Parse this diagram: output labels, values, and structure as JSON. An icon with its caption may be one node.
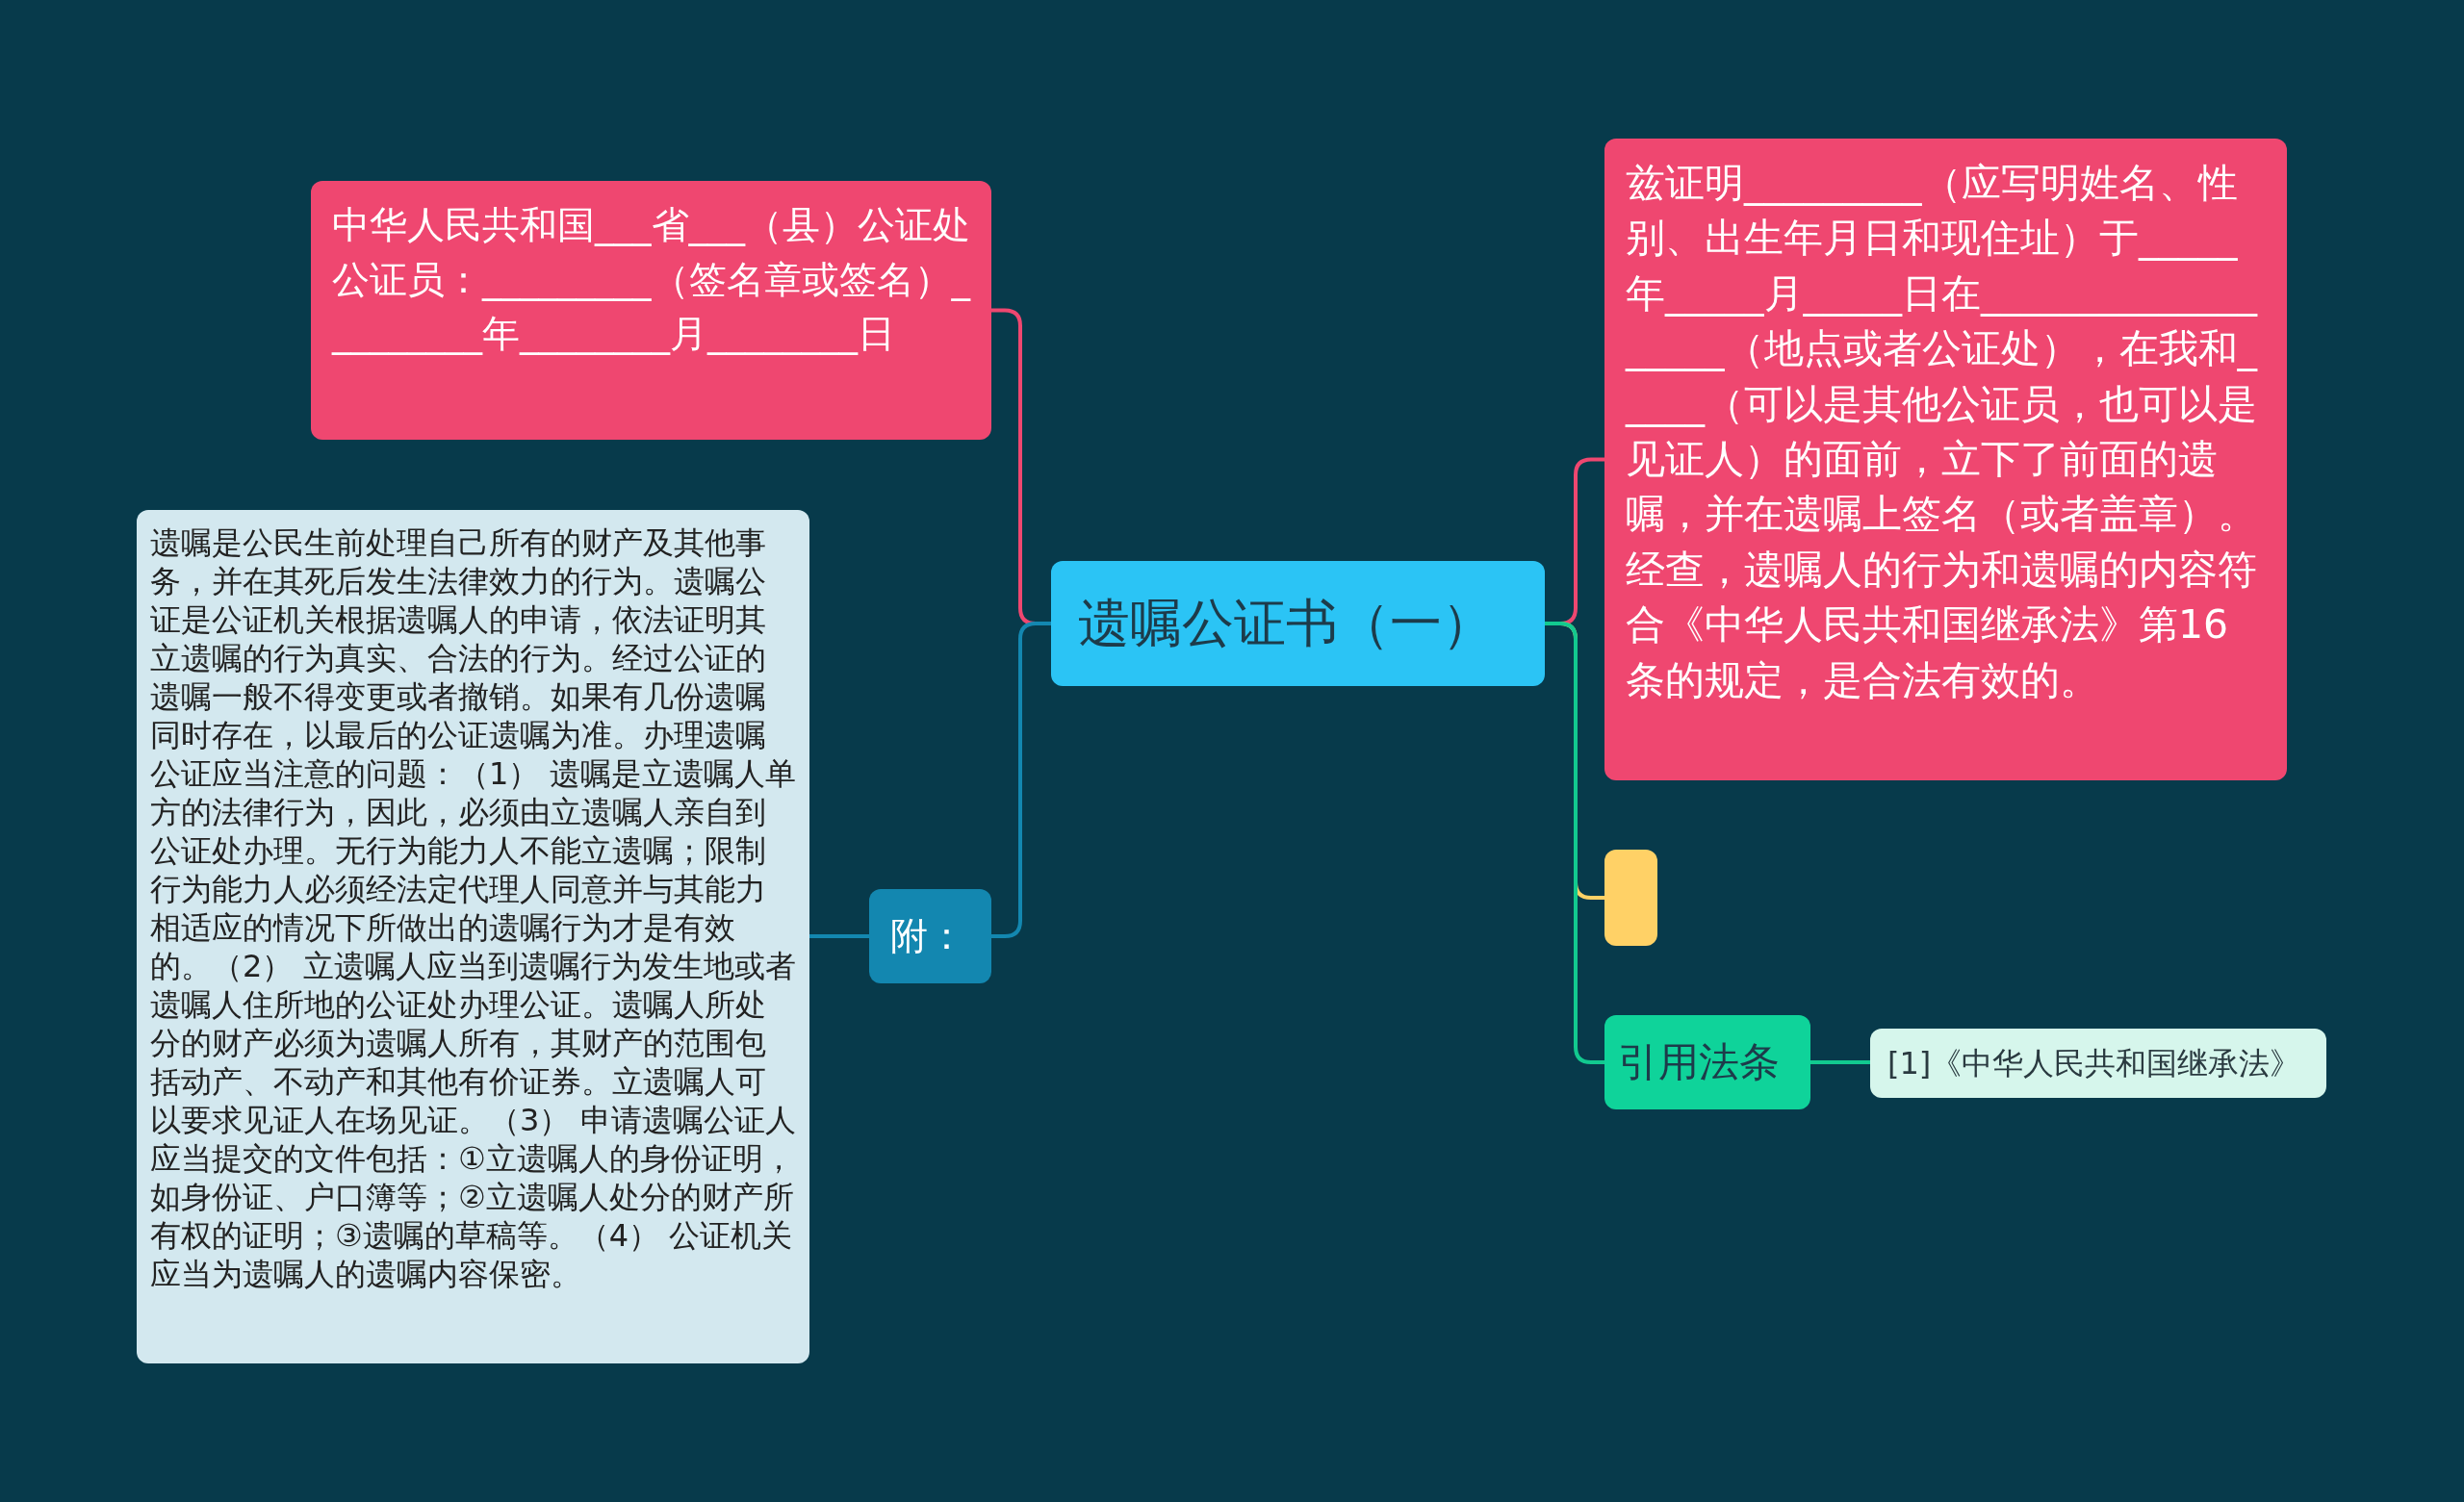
{
  "diagram": {
    "nodes": [
      {
        "text": [
          "遗嘱公证书（一）"
        ]
      },
      {
        "text": [
          "中华人民共和国___省___（县）公证处公证员：_________（签名章或签名）_________年________月________日"
        ]
      },
      {
        "text": [
          "附："
        ]
      },
      {
        "text": [
          "遗嘱是公民生前处理自己所有的财产及其他事务，并在其死后发生法律效力的行为。遗嘱公证是公证机关根据遗嘱人的申请，依法证明其立遗嘱的行为真实、合法的行为。经过公证的遗嘱一般不得变更或者撤销。如果有几份遗嘱同时存在，以最后的公证遗嘱为准。办理遗嘱公证应当注意的问题：（1） 遗嘱是立遗嘱人单方的法律行为，因此，必须由立遗嘱人亲自到公证处办理。无行为能力人不能立遗嘱；限制行为能力人必须经法定代理人同意并与其能力相适应的情况下所做出的遗嘱行为才是有效的。（2） 立遗嘱人应当到遗嘱行为发生地或者遗嘱人住所地的公证处办理公证。遗嘱人所处分的财产必须为遗嘱人所有，其财产的范围包括动产、不动产和其他有价证券。立遗嘱人可以要求见证人在场见证。（3） 申请遗嘱公证人应当提交的文件包括：①立遗嘱人的身份证明，如身份证、户口簿等；②立遗嘱人处分的财产所有权的证明；③遗嘱的草稿等。（4） 公证机关应当为遗嘱人的遗嘱内容保密。"
        ]
      },
      {
        "text": [
          "兹证明_________（应写明姓名、性别、出生年月日和现住址）于_____年_____月_____日在___________________（地点或者公证处），在我和_____（可以是其他公证员，也可以是见证人）的面前，立下了前面的遗嘱，并在遗嘱上签名（或者盖章）。经查，遗嘱人的行为和遗嘱的内容符合《中华人民共和国继承法》第16条的规定，是合法有效的。"
        ]
      },
      {
        "text": [],
        "shape": "box"
      },
      {
        "text": [
          "引用法条"
        ]
      },
      {
        "text": [
          "[1]《中华人民共和国继承法》"
        ]
      }
    ],
    "edges": [
      {
        "from": 0,
        "to": 1,
        "arrow": "none",
        "color": "#ef4770"
      },
      {
        "from": 0,
        "to": 2,
        "arrow": "none",
        "color": "#1387b0"
      },
      {
        "from": 2,
        "to": 3,
        "arrow": "none",
        "color": "#1387b0"
      },
      {
        "from": 0,
        "to": 4,
        "arrow": "none",
        "color": "#ef4770"
      },
      {
        "from": 0,
        "to": 5,
        "arrow": "none",
        "color": "#ffd166"
      },
      {
        "from": 0,
        "to": 6,
        "arrow": "none",
        "color": "#12c98f"
      },
      {
        "from": 6,
        "to": 7,
        "arrow": "none",
        "color": "#12c98f"
      }
    ]
  }
}
